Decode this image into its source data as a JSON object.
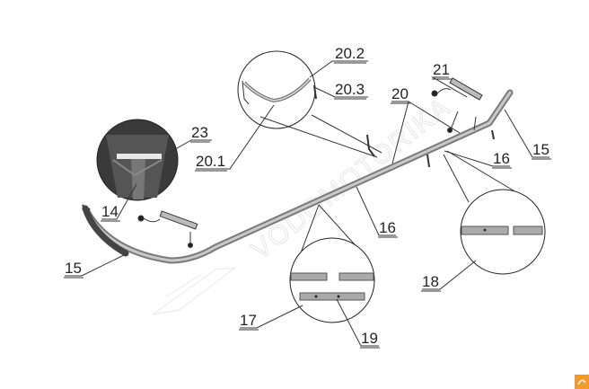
{
  "watermark": "VODOMOTORIKA",
  "labels": {
    "l20_2": "20.2",
    "l20_3": "20.3",
    "l21": "21",
    "l20": "20",
    "l23": "23",
    "l20_1": "20.1",
    "l15_right": "15",
    "l16_right": "16",
    "l14": "14",
    "l16_mid": "16",
    "l15_left": "15",
    "l18": "18",
    "l17": "17",
    "l19": "19"
  },
  "colors": {
    "tube": "#9a9a9a",
    "accent": "#f39a2b"
  },
  "icons": {
    "corner_logo": "brand-logo-icon"
  }
}
